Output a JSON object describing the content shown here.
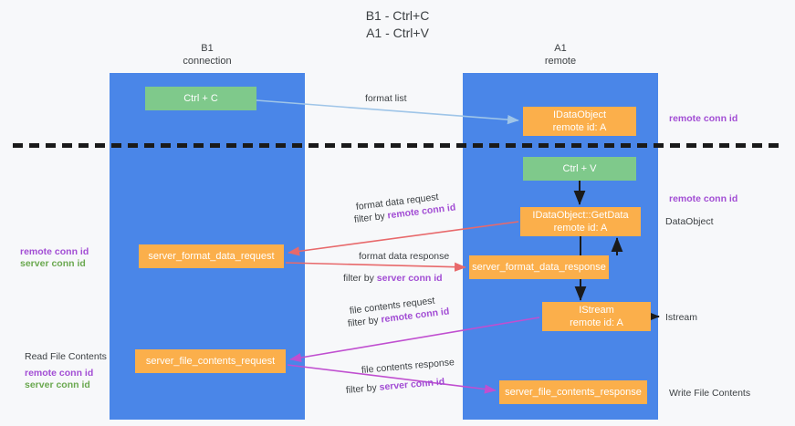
{
  "title": "B1 - Ctrl+C\nA1 - Ctrl+V",
  "lanes": [
    {
      "id": "b1",
      "heading": "B1\nconnection"
    },
    {
      "id": "a1",
      "heading": "A1\nremote"
    }
  ],
  "colors": {
    "lane": "#4a86e8",
    "green_node": "#7fc98b",
    "orange_node": "#fbaf4b",
    "arrow_blue": "#9fc5e8",
    "arrow_red": "#e8696b",
    "arrow_magenta": "#c04fd0",
    "arrow_black": "#1a1a1a",
    "highlight_purple": "#a24dd4",
    "highlight_green": "#6aa84f",
    "divider": "#1a1a1a",
    "background": "#f7f8fa"
  },
  "nodes": {
    "ctrl_c": "Ctrl + C",
    "idataobject": "IDataObject\nremote id: A",
    "ctrl_v": "Ctrl + V",
    "getdata": "IDataObject::GetData\nremote id: A",
    "format_data_request": "server_format_data_request",
    "format_data_response": "server_format_data_response",
    "istream": "IStream\nremote id: A",
    "file_contents_request": "server_file_contents_request",
    "file_contents_response": "server_file_contents_response"
  },
  "edges": {
    "format_list": "format list",
    "format_data_request": "format data request",
    "format_data_request_filter_prefix": "filter by ",
    "format_data_request_filter_key": "remote conn id",
    "format_data_response": "format data response",
    "format_data_response_filter_prefix": "filter by ",
    "format_data_response_filter_key": "server conn id",
    "file_contents_request": "file contents request",
    "file_contents_request_filter_prefix": "filter by ",
    "file_contents_request_filter_key": "remote conn id",
    "file_contents_response": "file contents response",
    "file_contents_response_filter_prefix": "filter by ",
    "file_contents_response_filter_key": "server conn id"
  },
  "annotations": {
    "right_top_remote_conn_id": "remote conn id",
    "right_mid_remote_conn_id": "remote conn id",
    "right_dataobject": "DataObject",
    "right_istream": "Istream",
    "right_write_file_contents": "Write File Contents",
    "left_remote_conn_id": "remote conn id",
    "left_server_conn_id": "server conn id",
    "left_read_file_contents": "Read File Contents",
    "left_bottom_remote_conn_id": "remote conn id",
    "left_bottom_server_conn_id": "server conn id"
  }
}
